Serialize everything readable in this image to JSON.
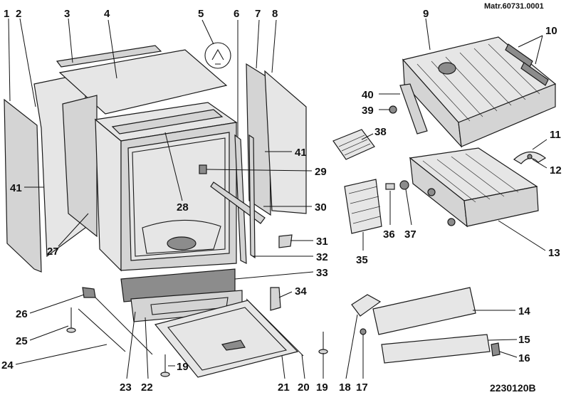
{
  "header": {
    "ref": "Matr.60731.0001"
  },
  "footer": {
    "code": "2230120B"
  },
  "labels": {
    "l1": "1",
    "l2": "2",
    "l3": "3",
    "l4": "4",
    "l5": "5",
    "l6": "6",
    "l7": "7",
    "l8": "8",
    "l9": "9",
    "l10": "10",
    "l11": "11",
    "l12": "12",
    "l13": "13",
    "l14": "14",
    "l15": "15",
    "l16": "16",
    "l17": "17",
    "l18": "18",
    "l19a": "19",
    "l19b": "19",
    "l20": "20",
    "l21": "21",
    "l22": "22",
    "l23": "23",
    "l24": "24",
    "l25": "25",
    "l26": "26",
    "l27": "27",
    "l28": "28",
    "l29": "29",
    "l30": "30",
    "l31": "31",
    "l32": "32",
    "l33": "33",
    "l34": "34",
    "l35": "35",
    "l36": "36",
    "l37": "37",
    "l38": "38",
    "l39": "39",
    "l40": "40",
    "l41a": "41",
    "l41b": "41"
  }
}
